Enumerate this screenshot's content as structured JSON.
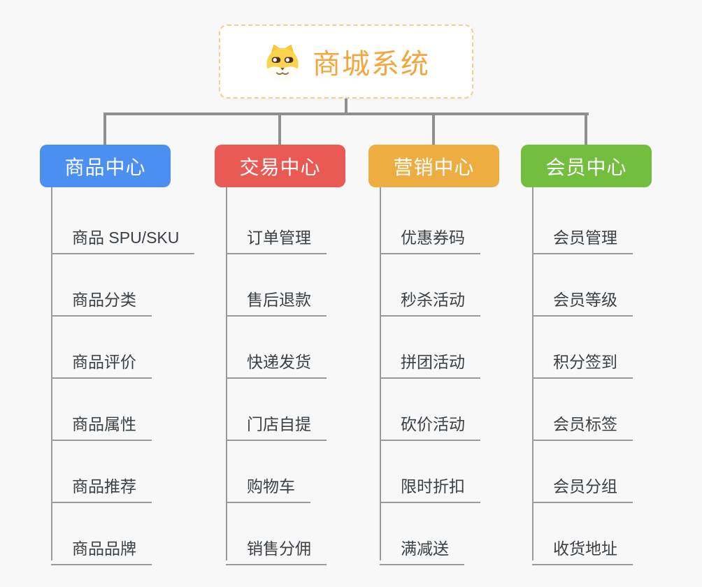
{
  "diagram": {
    "background_color": "#f8f8f8",
    "connector_color": "#8f8f8f",
    "underline_color": "#9a9a9a",
    "root": {
      "title": "商城系统",
      "title_color": "#f2a640",
      "border_color": "#f6cd8e",
      "icon": "dog-face-icon"
    },
    "branches": [
      {
        "label": "商品中心",
        "color": "#4b8ff0",
        "items": [
          "商品 SPU/SKU",
          "商品分类",
          "商品评价",
          "商品属性",
          "商品推荐",
          "商品品牌"
        ]
      },
      {
        "label": "交易中心",
        "color": "#e95a54",
        "items": [
          "订单管理",
          "售后退款",
          "快递发货",
          "门店自提",
          "购物车",
          "销售分佣"
        ]
      },
      {
        "label": "营销中心",
        "color": "#edad41",
        "items": [
          "优惠券码",
          "秒杀活动",
          "拼团活动",
          "砍价活动",
          "限时折扣",
          "满减送"
        ]
      },
      {
        "label": "会员中心",
        "color": "#73bd3f",
        "items": [
          "会员管理",
          "会员等级",
          "积分签到",
          "会员标签",
          "会员分组",
          "收货地址"
        ]
      }
    ]
  }
}
